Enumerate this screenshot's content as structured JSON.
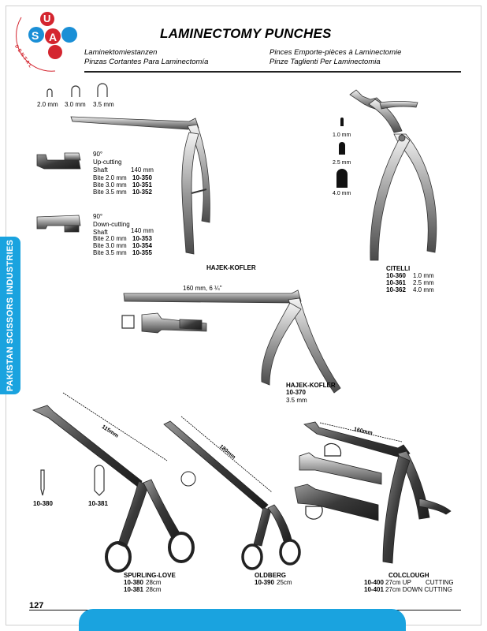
{
  "logo": {
    "letters": [
      "U",
      "S",
      "A"
    ],
    "arc_text": "DENTAL"
  },
  "header": {
    "title": "LAMINECTOMY PUNCHES",
    "subtitles": {
      "de": "Laminektomiestanzen",
      "es": "Pinzas Cortantes Para Laminectomía",
      "fr": "Pinces Emporte-pièces à Laminectomie",
      "it": "Pinze Taglienti Per Laminectomia"
    }
  },
  "side_label": "PAKISTAN SCISSORS INDUSTRIES",
  "page_number": "127",
  "bite_sizes": [
    "2.0 mm",
    "3.0 mm",
    "3.5 mm"
  ],
  "hajek1": {
    "name": "HAJEK-KOFLER",
    "up": {
      "angle": "90°",
      "desc1": "Up-cutting",
      "desc2": "Shaft",
      "length": "140 mm",
      "rows": [
        {
          "label": "Bite 2.0 mm",
          "code": "10-350"
        },
        {
          "label": "Bite 3.0 mm",
          "code": "10-351"
        },
        {
          "label": "Bite 3.5 mm",
          "code": "10-352"
        }
      ]
    },
    "down": {
      "angle": "90°",
      "desc1": "Down-cutting",
      "desc2": "Shaft",
      "length": "140 mm",
      "rows": [
        {
          "label": "Bite 2.0 mm",
          "code": "10-353"
        },
        {
          "label": "Bite 3.0 mm",
          "code": "10-354"
        },
        {
          "label": "Bite 3.5 mm",
          "code": "10-355"
        }
      ]
    }
  },
  "citelli": {
    "name": "CITELLI",
    "tips": [
      "1.0 mm",
      "2.5 mm",
      "4.0 mm"
    ],
    "rows": [
      {
        "code": "10-360",
        "size": "1.0 mm"
      },
      {
        "code": "10-361",
        "size": "2.5 mm"
      },
      {
        "code": "10-362",
        "size": "4.0 mm"
      }
    ]
  },
  "hajek2": {
    "name": "HAJEK-KOFLER",
    "length": "160 mm, 6 ¼\"",
    "code": "10-370",
    "size": "3.5 mm"
  },
  "spurling": {
    "name": "SPURLING-LOVE",
    "length": "115mm",
    "tip_codes": [
      "10-380",
      "10-381"
    ],
    "rows": [
      {
        "code": "10-380",
        "size": "28cm"
      },
      {
        "code": "10-381",
        "size": "28cm"
      }
    ]
  },
  "oldberg": {
    "name": "OLDBERG",
    "length": "180mm",
    "rows": [
      {
        "code": "10-390",
        "size": "25cm"
      }
    ]
  },
  "colclough": {
    "name": "COLCLOUGH",
    "length": "160mm",
    "rows": [
      {
        "code": "10-400",
        "size": "27cm UP",
        "note": "CUTTING"
      },
      {
        "code": "10-401",
        "size": "27cm DOWN CUTTING",
        "note": ""
      }
    ]
  }
}
